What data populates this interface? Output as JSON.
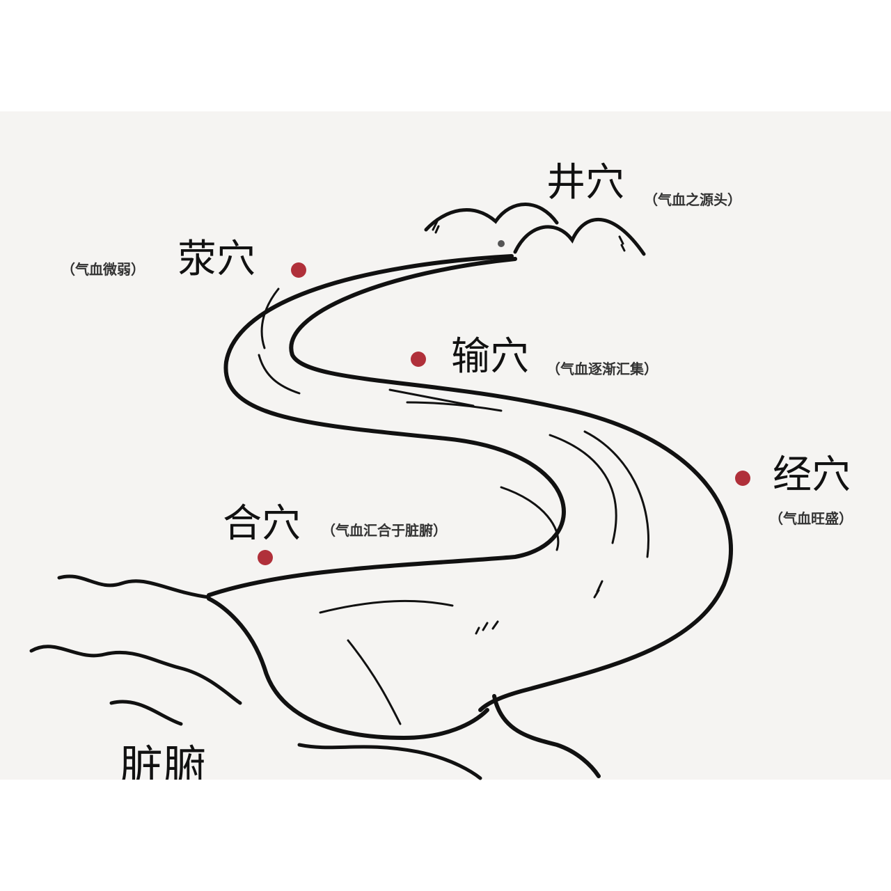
{
  "colors": {
    "point": "#b0303a",
    "line": "#111111",
    "background": "#f5f4f2"
  },
  "points": {
    "jing_well": {
      "name": "井穴",
      "note": "（气血之源头）"
    },
    "ying": {
      "name": "荥穴",
      "note": "（气血微弱）"
    },
    "shu": {
      "name": "输穴",
      "note": "（气血逐渐汇集）"
    },
    "jing_river": {
      "name": "经穴",
      "note": "（气血旺盛）"
    },
    "he": {
      "name": "合穴",
      "note": "（气血汇合于脏腑）"
    }
  },
  "organs": "脏腑"
}
